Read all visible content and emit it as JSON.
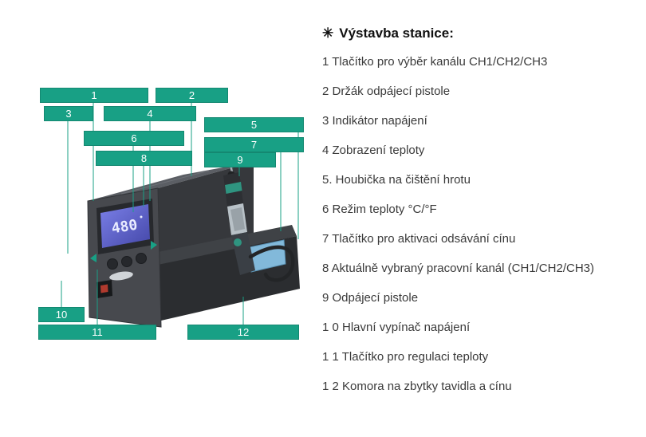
{
  "colors": {
    "accent": "#18A085"
  },
  "device": {
    "display_value": "480"
  },
  "callouts": [
    "1",
    "2",
    "3",
    "4",
    "5",
    "6",
    "7",
    "8",
    "9",
    "10",
    "11",
    "12"
  ],
  "legend": {
    "title_icon": "✳",
    "title": "Výstavba stanice:",
    "items": [
      "1 Tlačítko pro výběr kanálu CH1/CH2/CH3",
      "2 Držák odpájecí pistole",
      "3 Indikátor napájení",
      "4 Zobrazení teploty",
      "5. Houbička na čištění hrotu",
      "6 Režim teploty °C/°F",
      "7 Tlačítko pro aktivaci odsávání cínu",
      "8 Aktuálně vybraný pracovní kanál (CH1/CH2/CH3)",
      "9 Odpájecí pistole",
      "1 0 Hlavní vypínač napájení",
      "1 1 Tlačítko pro regulaci teploty",
      "1 2 Komora na zbytky tavidla a cínu"
    ]
  }
}
